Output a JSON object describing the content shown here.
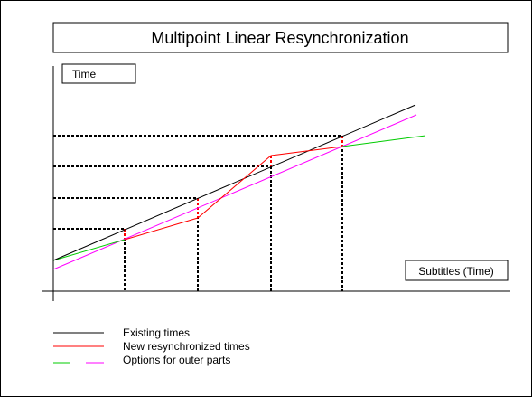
{
  "title": "Multipoint Linear Resynchronization",
  "y_axis_label": "Time",
  "x_axis_label": "Subtitles (Time)",
  "legend": [
    {
      "label": "Existing times",
      "color": "#000000"
    },
    {
      "label": "New  resynchronized times",
      "color": "#ff0000"
    },
    {
      "label": "Options for outer parts",
      "colors": [
        "#00cc00",
        "#ff00ff"
      ]
    }
  ],
  "colors": {
    "existing": "#000000",
    "resynchronized": "#ff0000",
    "outer_option_1": "#00cc00",
    "outer_option_2": "#ff00ff"
  }
}
